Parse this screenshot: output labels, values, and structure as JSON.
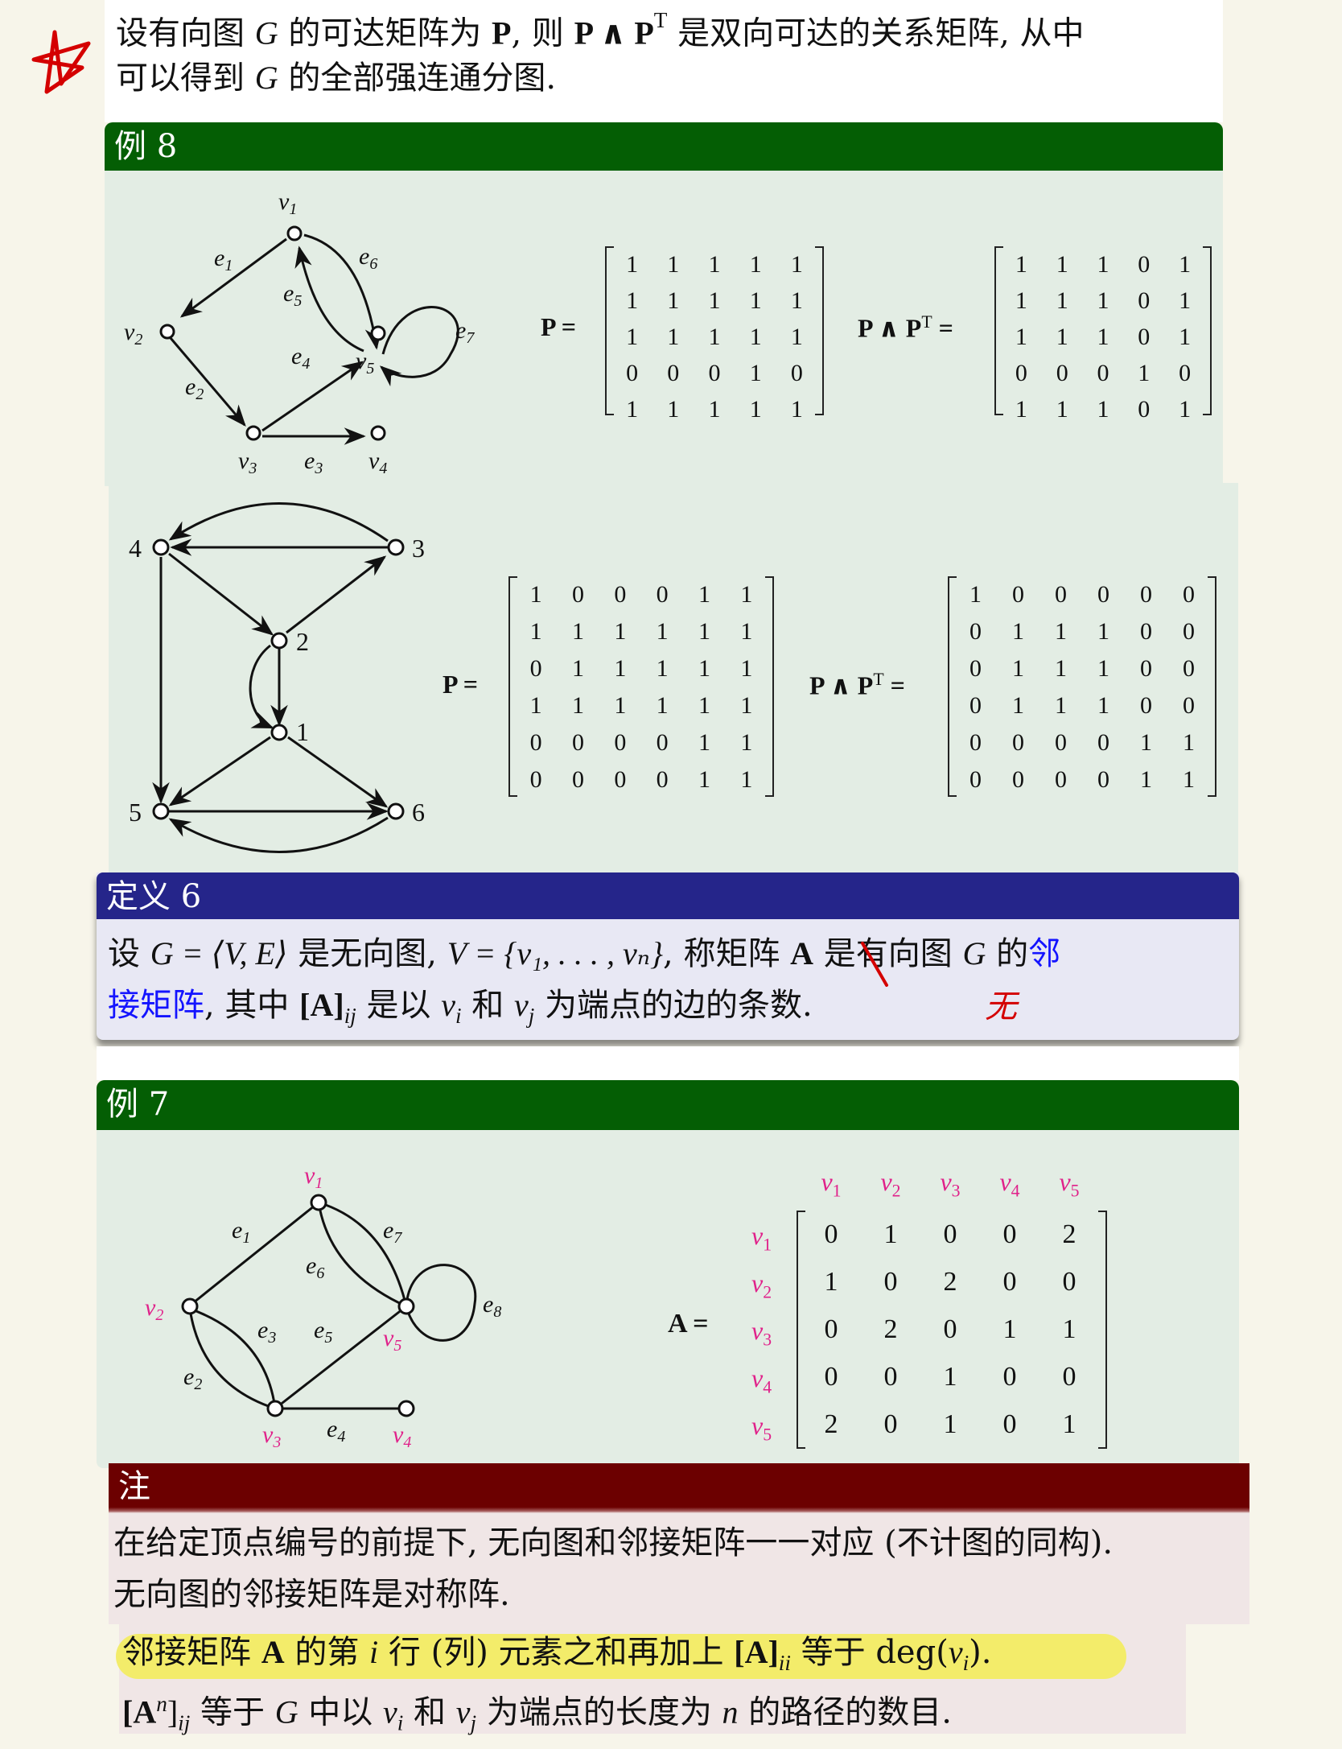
{
  "annotations": {
    "star_icon_color": "#d40000",
    "strike_target": "有",
    "handwritten_correction": "无"
  },
  "intro": {
    "line1_a": "设有向图 ",
    "line1_G": "G",
    "line1_b": " 的可达矩阵为 ",
    "line1_P": "P",
    "line1_c": ", 则 ",
    "line1_expr": "P ∧ P",
    "line1_sup": "T",
    "line1_d": " 是双向可达的关系矩阵, 从中",
    "line2_a": "可以得到 ",
    "line2_G": "G",
    "line2_b": " 的全部强连通分图."
  },
  "example8": {
    "title": "例 8",
    "graph1": {
      "vertices": [
        "v1",
        "v2",
        "v3",
        "v4",
        "v5"
      ],
      "edges": [
        {
          "label": "e1",
          "from": "v1",
          "to": "v2"
        },
        {
          "label": "e2",
          "from": "v2",
          "to": "v3"
        },
        {
          "label": "e3",
          "from": "v3",
          "to": "v4"
        },
        {
          "label": "e4",
          "from": "v3",
          "to": "v5"
        },
        {
          "label": "e5",
          "from": "v5",
          "to": "v1"
        },
        {
          "label": "e6",
          "from": "v1",
          "to": "v5"
        },
        {
          "label": "e7",
          "from": "v5",
          "to": "v5"
        }
      ],
      "labels": {
        "v1": "v",
        "v1s": "1",
        "v2": "v",
        "v2s": "2",
        "v3": "v",
        "v3s": "3",
        "v4": "v",
        "v4s": "4",
        "v5": "v",
        "v5s": "5",
        "e1": "e",
        "e1s": "1",
        "e2": "e",
        "e2s": "2",
        "e3": "e",
        "e3s": "3",
        "e4": "e",
        "e4s": "4",
        "e5": "e",
        "e5s": "5",
        "e6": "e",
        "e6s": "6",
        "e7": "e",
        "e7s": "7"
      }
    },
    "P_label": "P =",
    "PPT_label": "P ∧ P",
    "PPT_sup": "T",
    "PPT_eq": " =",
    "P1": [
      [
        1,
        1,
        1,
        1,
        1
      ],
      [
        1,
        1,
        1,
        1,
        1
      ],
      [
        1,
        1,
        1,
        1,
        1
      ],
      [
        0,
        0,
        0,
        1,
        0
      ],
      [
        1,
        1,
        1,
        1,
        1
      ]
    ],
    "PPT1": [
      [
        1,
        1,
        1,
        0,
        1
      ],
      [
        1,
        1,
        1,
        0,
        1
      ],
      [
        1,
        1,
        1,
        0,
        1
      ],
      [
        0,
        0,
        0,
        1,
        0
      ],
      [
        1,
        1,
        1,
        0,
        1
      ]
    ],
    "graph2": {
      "vertices": [
        "1",
        "2",
        "3",
        "4",
        "5",
        "6"
      ],
      "edges": [
        {
          "from": "3",
          "to": "4"
        },
        {
          "from": "3",
          "to": "4",
          "curved": true
        },
        {
          "from": "4",
          "to": "2"
        },
        {
          "from": "2",
          "to": "3"
        },
        {
          "from": "2",
          "to": "1"
        },
        {
          "from": "2",
          "to": "1",
          "curved": true
        },
        {
          "from": "4",
          "to": "5"
        },
        {
          "from": "1",
          "to": "5"
        },
        {
          "from": "1",
          "to": "6"
        },
        {
          "from": "5",
          "to": "6"
        },
        {
          "from": "6",
          "to": "5",
          "curved": true
        }
      ]
    },
    "P2": [
      [
        1,
        0,
        0,
        0,
        1,
        1
      ],
      [
        1,
        1,
        1,
        1,
        1,
        1
      ],
      [
        0,
        1,
        1,
        1,
        1,
        1
      ],
      [
        1,
        1,
        1,
        1,
        1,
        1
      ],
      [
        0,
        0,
        0,
        0,
        1,
        1
      ],
      [
        0,
        0,
        0,
        0,
        1,
        1
      ]
    ],
    "PPT2": [
      [
        1,
        0,
        0,
        0,
        0,
        0
      ],
      [
        0,
        1,
        1,
        1,
        0,
        0
      ],
      [
        0,
        1,
        1,
        1,
        0,
        0
      ],
      [
        0,
        1,
        1,
        1,
        0,
        0
      ],
      [
        0,
        0,
        0,
        0,
        1,
        1
      ],
      [
        0,
        0,
        0,
        0,
        1,
        1
      ]
    ]
  },
  "definition6": {
    "title": "定义 6",
    "l1_a": "设 ",
    "l1_math1": "G = ⟨V, E⟩",
    "l1_b": " 是无向图, ",
    "l1_math2": "V = {v₁, . . . , vₙ}",
    "l1_c": ", 称矩阵 ",
    "l1_A": "A",
    "l1_d": " 是",
    "l1_struck": "有",
    "l1_e": "向图 ",
    "l1_G": "G",
    "l1_f": " 的",
    "l1_link": "邻",
    "l2_link": "接矩阵",
    "l2_a": ", 其中 ",
    "l2_math": "[A]",
    "l2_sub": "ij",
    "l2_b": " 是以 ",
    "l2_vi": "v",
    "l2_vi_sub": "i",
    "l2_c": " 和 ",
    "l2_vj": "v",
    "l2_vj_sub": "j",
    "l2_d": " 为端点的边的条数.",
    "correction": "无"
  },
  "example7": {
    "title": "例 7",
    "graph": {
      "vertices": [
        "v1",
        "v2",
        "v3",
        "v4",
        "v5"
      ],
      "edges": [
        {
          "label": "e1",
          "ends": [
            "v1",
            "v2"
          ]
        },
        {
          "label": "e2",
          "ends": [
            "v2",
            "v3"
          ]
        },
        {
          "label": "e3",
          "ends": [
            "v2",
            "v3"
          ]
        },
        {
          "label": "e4",
          "ends": [
            "v3",
            "v4"
          ]
        },
        {
          "label": "e5",
          "ends": [
            "v3",
            "v5"
          ]
        },
        {
          "label": "e6",
          "ends": [
            "v1",
            "v5"
          ]
        },
        {
          "label": "e7",
          "ends": [
            "v1",
            "v5"
          ]
        },
        {
          "label": "e8",
          "ends": [
            "v5",
            "v5"
          ]
        }
      ]
    },
    "A_label": "A =",
    "col_headers": [
      "1",
      "2",
      "3",
      "4",
      "5"
    ],
    "row_headers": [
      "1",
      "2",
      "3",
      "4",
      "5"
    ],
    "vertex_letter": "v",
    "A": [
      [
        0,
        1,
        0,
        0,
        2
      ],
      [
        1,
        0,
        2,
        0,
        0
      ],
      [
        0,
        2,
        0,
        1,
        1
      ],
      [
        0,
        0,
        1,
        0,
        0
      ],
      [
        2,
        0,
        1,
        0,
        1
      ]
    ]
  },
  "note": {
    "title": "注",
    "line1": "在给定顶点编号的前提下, 无向图和邻接矩阵一一对应 (不计图的同构).",
    "line2": "无向图的邻接矩阵是对称阵.",
    "line3_a": "邻接矩阵 ",
    "line3_A": "A",
    "line3_b": " 的第 ",
    "line3_i": "i",
    "line3_c": " 行 (列) 元素之和再加上 ",
    "line3_math": "[A]",
    "line3_sub": "ii",
    "line3_d": " 等于 deg(",
    "line3_v": "v",
    "line3_vsub": "i",
    "line3_e": ").",
    "line4_a": "[A",
    "line4_sup": "n",
    "line4_b": "]",
    "line4_sub": "ij",
    "line4_c": " 等于 ",
    "line4_G": "G",
    "line4_d": " 中以 ",
    "line4_vi": "v",
    "line4_vi_sub": "i",
    "line4_e": " 和 ",
    "line4_vj": "v",
    "line4_vj_sub": "j",
    "line4_f": " 为端点的长度为 ",
    "line4_n": "n",
    "line4_g": " 的路径的数目.",
    "highlight_color": "#f3ec6a"
  }
}
